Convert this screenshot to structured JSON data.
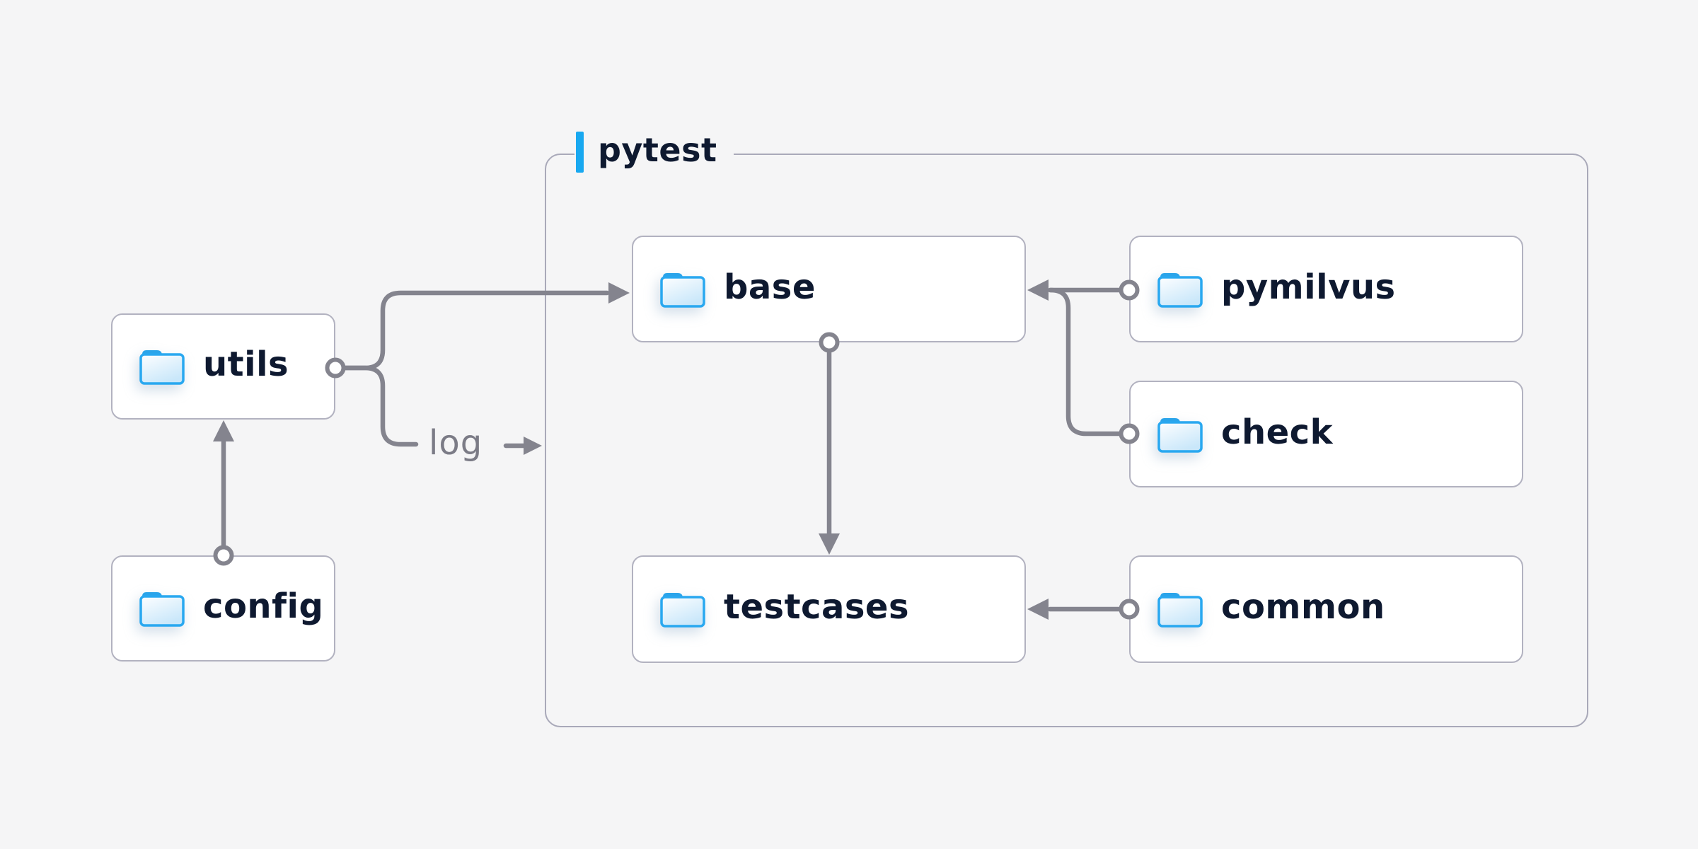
{
  "diagram": {
    "container": {
      "label": "pytest"
    },
    "nodes": {
      "utils": {
        "label": "utils"
      },
      "config": {
        "label": "config"
      },
      "base": {
        "label": "base"
      },
      "pymilvus": {
        "label": "pymilvus"
      },
      "check": {
        "label": "check"
      },
      "testcases": {
        "label": "testcases"
      },
      "common": {
        "label": "common"
      }
    },
    "edges": [
      {
        "from": "config",
        "to": "utils"
      },
      {
        "from": "utils",
        "to": "base",
        "annotation": "log"
      },
      {
        "from": "pymilvus",
        "to": "base"
      },
      {
        "from": "check",
        "to": "base"
      },
      {
        "from": "base",
        "to": "testcases"
      },
      {
        "from": "common",
        "to": "testcases"
      }
    ],
    "icons": {
      "node_icon": "folder-icon"
    },
    "colors": {
      "background": "#F5F5F6",
      "node_fill": "#FFFFFF",
      "node_border": "#B2B2C0",
      "container_border": "#A9A9B9",
      "connector": "#84848E",
      "accent": "#18A8F0",
      "folder_blue": "#29A8F0",
      "text": "#0E1930",
      "annotation_text": "#7B7B86"
    }
  }
}
